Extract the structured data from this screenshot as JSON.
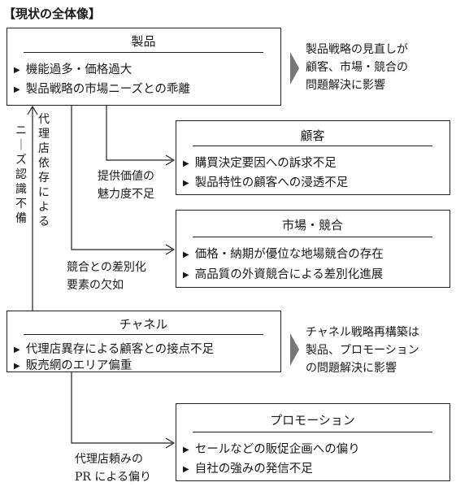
{
  "heading": "【現状の全体像】",
  "boxes": {
    "product": {
      "title": "製品",
      "items": [
        "機能過多・価格過大",
        "製品戦略の市場ニーズとの乖離"
      ]
    },
    "customer": {
      "title": "顧客",
      "items": [
        "購買決定要因への訴求不足",
        "製品特性の顧客への浸透不足"
      ]
    },
    "market": {
      "title": "市場・競合",
      "items": [
        "価格・納期が優位な地場競合の存在",
        "高品質の外資競合による差別化進展"
      ]
    },
    "channel": {
      "title": "チャネル",
      "items": [
        "代理店異存による顧客との接点不足",
        "販売網のエリア偏重"
      ]
    },
    "promotion": {
      "title": "プロモーション",
      "items": [
        "セールなどの販促企画への偏り",
        "自社の強みの発信不足"
      ]
    }
  },
  "notes": {
    "product_impact": [
      "製品戦略の見直しが",
      "顧客、市場・競合の",
      "問題解決に影響"
    ],
    "channel_impact": [
      "チャネル戦略再構築は",
      "製品、プロモーション",
      "の問題解決に影響"
    ],
    "value_appeal": [
      "提供価値の",
      "魅力度不足"
    ],
    "differentiation": [
      "競合との差別化",
      "要素の欠如"
    ],
    "agency_pr": [
      "代理店頼みの",
      "PR による偏り"
    ]
  },
  "vertical": {
    "needs": "ニーズ認識不備",
    "agency": "代理店依存による"
  }
}
